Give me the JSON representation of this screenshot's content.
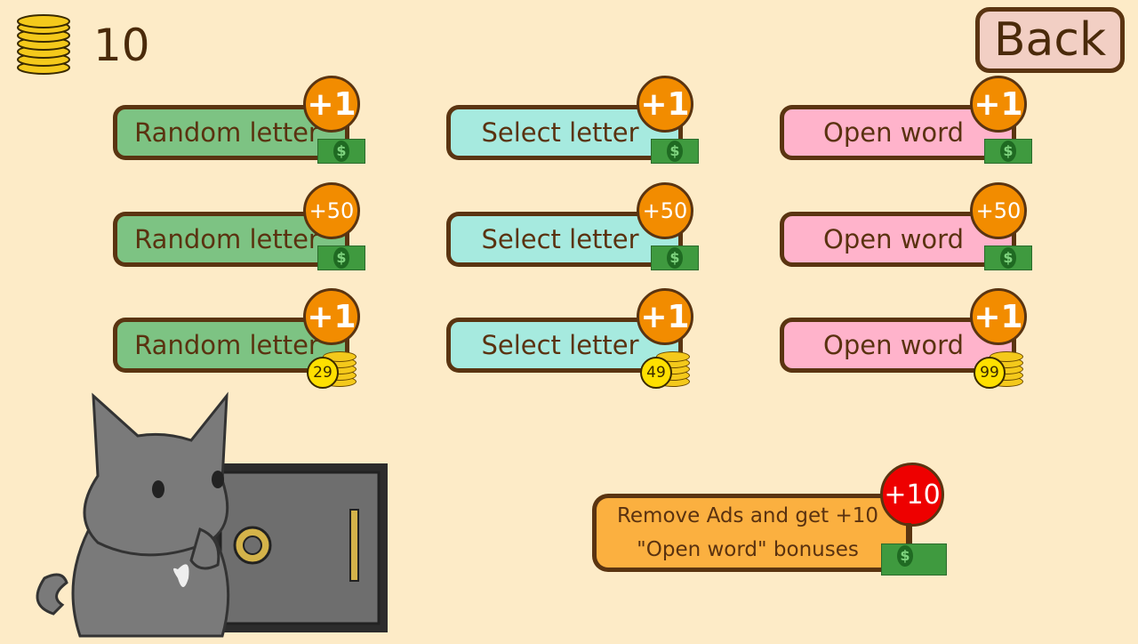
{
  "header": {
    "coins": "10",
    "back_label": "Back"
  },
  "rows": [
    {
      "items": [
        {
          "label": "Random letter",
          "badge": "+1",
          "price_type": "cash"
        },
        {
          "label": "Select letter",
          "badge": "+1",
          "price_type": "cash"
        },
        {
          "label": "Open word",
          "badge": "+1",
          "price_type": "cash"
        }
      ]
    },
    {
      "items": [
        {
          "label": "Random letter",
          "badge": "+50",
          "price_type": "cash"
        },
        {
          "label": "Select letter",
          "badge": "+50",
          "price_type": "cash"
        },
        {
          "label": "Open word",
          "badge": "+50",
          "price_type": "cash"
        }
      ]
    },
    {
      "items": [
        {
          "label": "Random letter",
          "badge": "+1",
          "price": "29"
        },
        {
          "label": "Select letter",
          "badge": "+1",
          "price": "49"
        },
        {
          "label": "Open word",
          "badge": "+1",
          "price": "99"
        }
      ]
    }
  ],
  "remove_ads": {
    "line1": "Remove Ads and get +10",
    "line2": "\"Open word\" bonuses",
    "badge": "+10"
  },
  "colors": {
    "random": "#7dc383",
    "select": "#a6eadf",
    "open": "#ffb3cb",
    "remove": "#fbb040",
    "background": "#fdebc7"
  }
}
